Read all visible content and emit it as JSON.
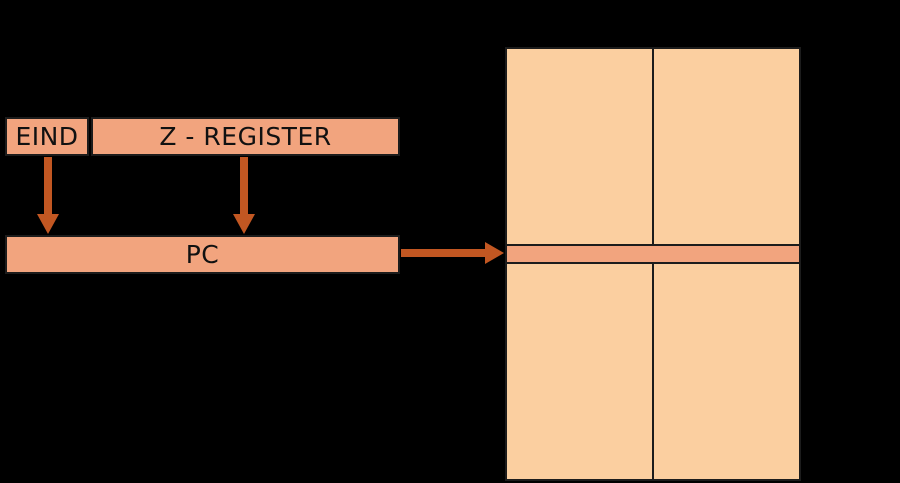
{
  "diagram": {
    "title": "EIND and Z-register to Program Counter memory addressing",
    "registers": {
      "eind": {
        "label": "EIND"
      },
      "z_register": {
        "label": "Z - REGISTER"
      },
      "pc": {
        "label": "PC"
      }
    },
    "memory": {
      "name": "program-memory",
      "columns": 2,
      "highlighted_row": true
    },
    "arrows": [
      {
        "name": "eind-to-pc",
        "direction": "down"
      },
      {
        "name": "z-register-to-pc",
        "direction": "down"
      },
      {
        "name": "pc-to-program-memory",
        "direction": "right"
      }
    ],
    "colors": {
      "background": "#000000",
      "register_fill": "#F2A47E",
      "memory_fill": "#FBCFA0",
      "highlight_fill": "#F2A47E",
      "arrow": "#C25722",
      "border": "#1C1C1C",
      "text": "#111111"
    }
  }
}
